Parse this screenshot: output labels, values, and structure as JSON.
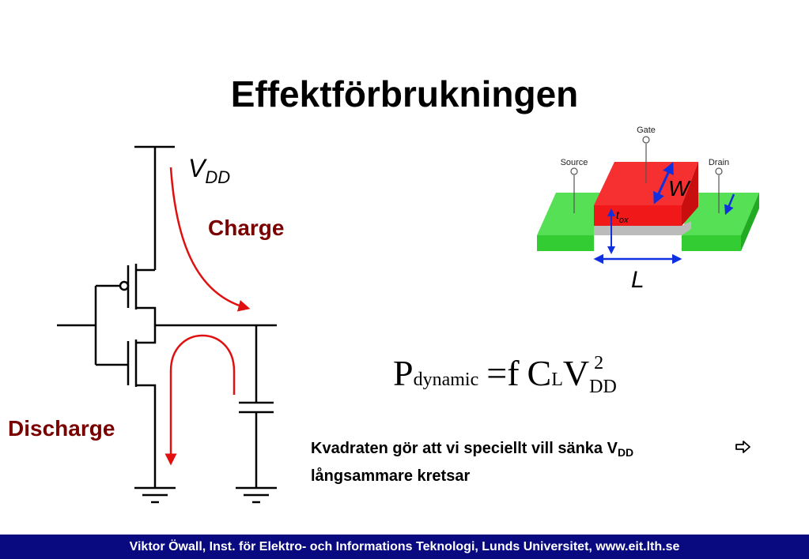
{
  "slide": {
    "title": "Effektförbrukningen",
    "footer": "Viktor Öwall, Inst. för Elektro- och Informations Teknologi, Lunds Universitet, www.eit.lth.se"
  },
  "circuit": {
    "vdd_label_main": "V",
    "vdd_label_sub": "DD",
    "charge_label": "Charge",
    "discharge_label": "Discharge",
    "colors": {
      "arrow": "#e01010",
      "label": "#7a0000"
    }
  },
  "transistor": {
    "gate_label": "Gate",
    "source_label": "Source",
    "drain_label": "Drain",
    "w_label": "W",
    "tox_main": "t",
    "tox_sub": "ox",
    "l_label": "L",
    "colors": {
      "gate": "#f01818",
      "diffusion": "#33dd33",
      "oxide": "#bbbbbb",
      "dimension": "#1030e0"
    }
  },
  "formula": {
    "p": "P",
    "p_sub": "dynamic",
    "equals": "=",
    "f": "f",
    "c": "C",
    "c_sub": "L",
    "v": "V",
    "v_sub": "DD",
    "v_sup": "2"
  },
  "note": {
    "line1_text": "Kvadraten gör att vi speciellt vill sänka V",
    "line1_sub": "DD",
    "arrow_icon": "right-arrow-outline",
    "line2_text": "långsammare kretsar"
  }
}
